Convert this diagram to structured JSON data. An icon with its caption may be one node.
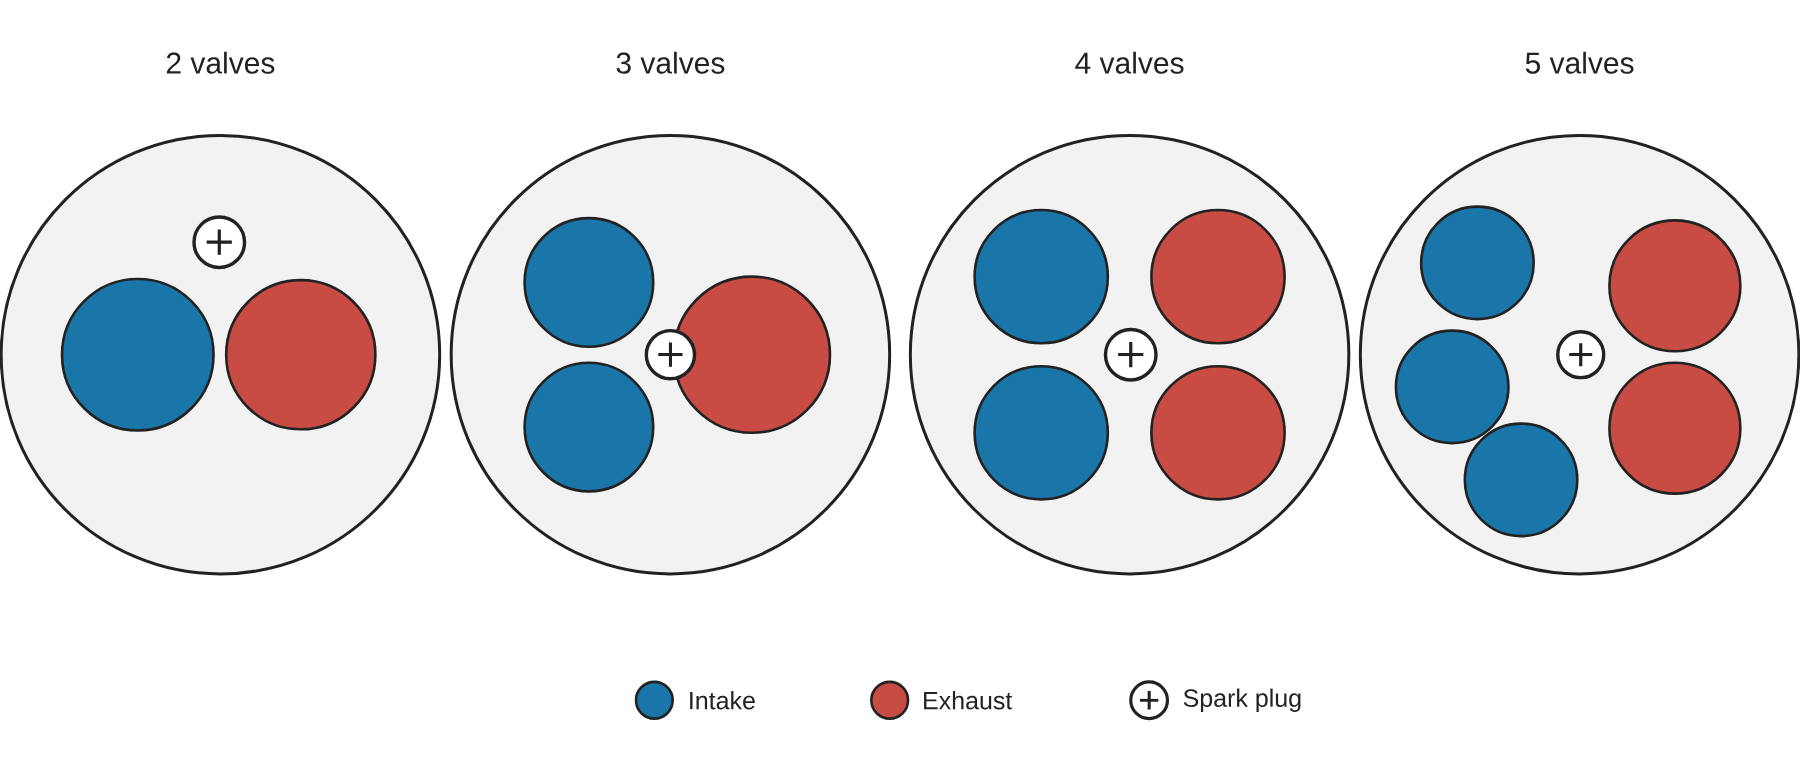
{
  "diagram": {
    "nodes": [
      {
        "text": [
          "2 valves"
        ]
      },
      {
        "text": [],
        "shape": "circle",
        "in": 0
      },
      {
        "text": [],
        "shape": "circle",
        "in": 0
      },
      {
        "text": [],
        "shape": "circle",
        "in": 0
      },
      {
        "text": [
          "3 valves"
        ]
      },
      {
        "text": [],
        "shape": "circle",
        "in": 4
      },
      {
        "text": [],
        "shape": "circle",
        "in": 4
      },
      {
        "text": [],
        "shape": "circle",
        "in": 4
      },
      {
        "text": [],
        "shape": "circle",
        "in": 4
      },
      {
        "text": [
          "4 valves"
        ]
      },
      {
        "text": [],
        "shape": "circle",
        "in": 9
      },
      {
        "text": [],
        "shape": "circle",
        "in": 9
      },
      {
        "text": [],
        "shape": "circle",
        "in": 9
      },
      {
        "text": [],
        "shape": "circle",
        "in": 9
      },
      {
        "text": [],
        "shape": "circle",
        "in": 9
      },
      {
        "text": [
          "5 valves"
        ]
      },
      {
        "text": [],
        "shape": "circle",
        "in": 15
      },
      {
        "text": [],
        "shape": "circle",
        "in": 15
      },
      {
        "text": [],
        "shape": "circle",
        "in": 15
      },
      {
        "text": [],
        "shape": "circle",
        "in": 15
      },
      {
        "text": [],
        "shape": "circle",
        "in": 15
      },
      {
        "text": [],
        "shape": "circle",
        "in": 15
      }
    ],
    "legend": [
      {
        "text": "Intake",
        "color": "#1a75a8"
      },
      {
        "text": "Exhaust",
        "color": "#c84c44"
      },
      {
        "text": "Spark plug"
      }
    ]
  }
}
